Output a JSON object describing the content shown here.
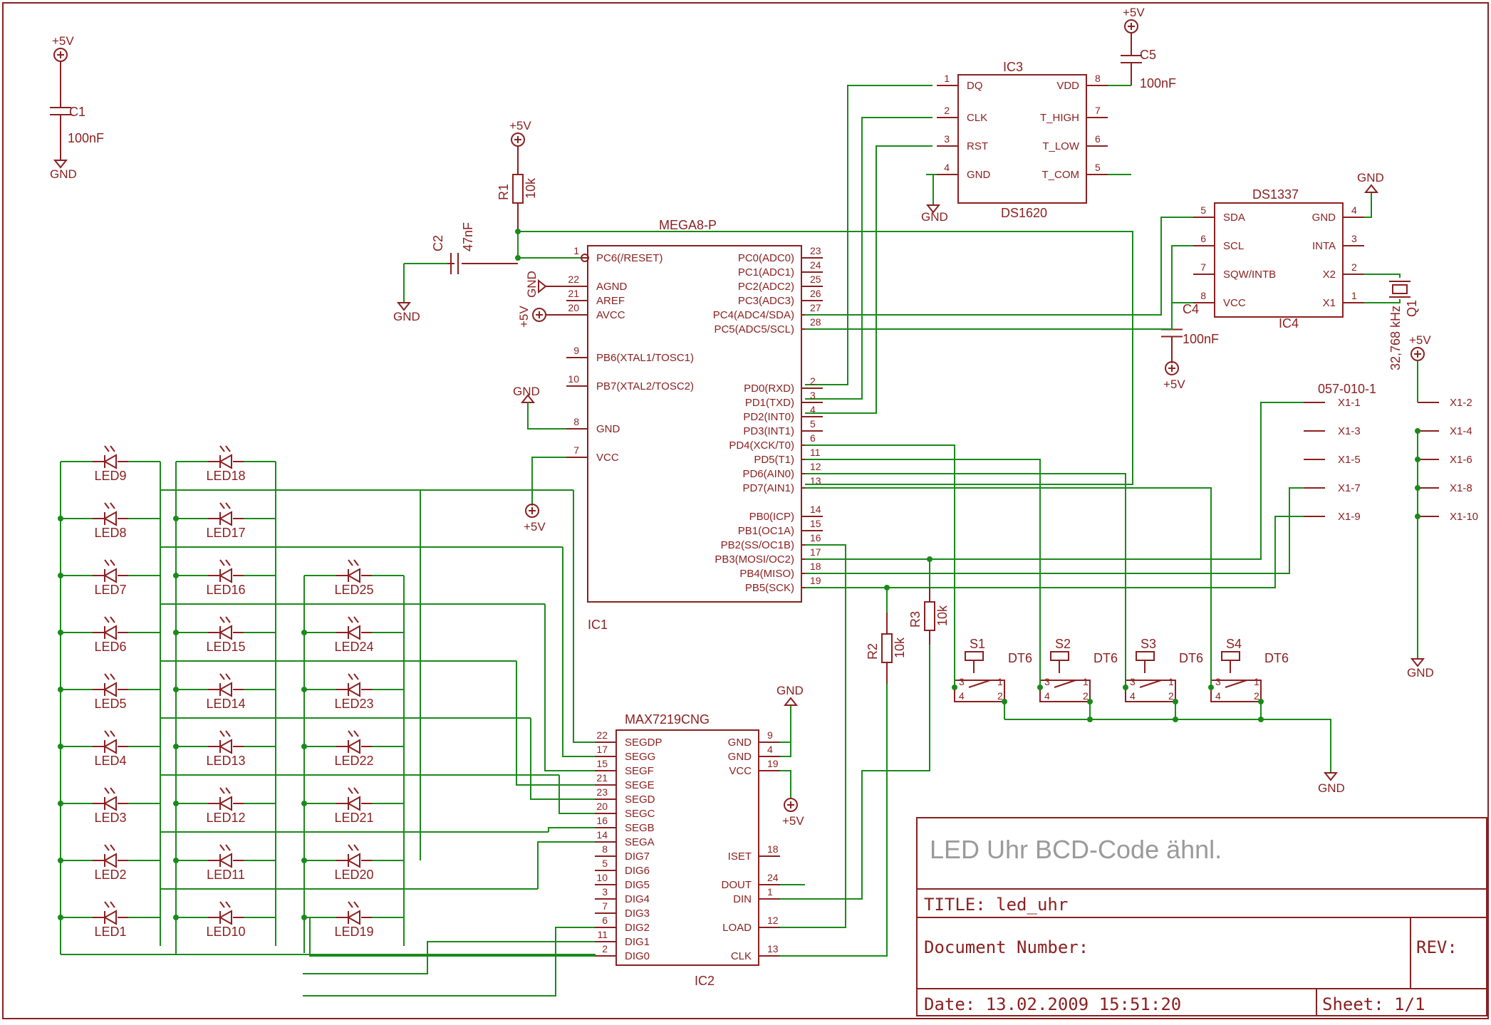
{
  "title_block": {
    "heading": "LED Uhr BCD-Code ähnl.",
    "title": "TITLE:  led_uhr",
    "document_number": "Document Number:",
    "rev": "REV:",
    "date": "Date: 13.02.2009 15:51:20",
    "sheet": "Sheet: 1/1"
  },
  "labels": {
    "vcc": "+5V",
    "gnd": "GND"
  },
  "capacitors": [
    {
      "ref": "C1",
      "value": "100nF"
    },
    {
      "ref": "C2",
      "value": "47nF"
    },
    {
      "ref": "C4",
      "value": "100nF"
    },
    {
      "ref": "C5",
      "value": "100nF"
    }
  ],
  "resistors": [
    {
      "ref": "R1",
      "value": "10k"
    },
    {
      "ref": "R2",
      "value": "10k"
    },
    {
      "ref": "R3",
      "value": "10k"
    }
  ],
  "crystal": {
    "ref": "Q1",
    "value": "32,768 kHz"
  },
  "ic1": {
    "name": "MEGA8-P",
    "ref": "IC1",
    "left_pins": [
      {
        "num": "1",
        "name": "PC6(/RESET)"
      },
      {
        "num": "22",
        "name": "AGND"
      },
      {
        "num": "21",
        "name": "AREF"
      },
      {
        "num": "20",
        "name": "AVCC"
      },
      {
        "num": "9",
        "name": "PB6(XTAL1/TOSC1)"
      },
      {
        "num": "10",
        "name": "PB7(XTAL2/TOSC2)"
      },
      {
        "num": "8",
        "name": "GND"
      },
      {
        "num": "7",
        "name": "VCC"
      }
    ],
    "right_pins": [
      {
        "num": "23",
        "name": "PC0(ADC0)"
      },
      {
        "num": "24",
        "name": "PC1(ADC1)"
      },
      {
        "num": "25",
        "name": "PC2(ADC2)"
      },
      {
        "num": "26",
        "name": "PC3(ADC3)"
      },
      {
        "num": "27",
        "name": "PC4(ADC4/SDA)"
      },
      {
        "num": "28",
        "name": "PC5(ADC5/SCL)"
      },
      {
        "num": "2",
        "name": "PD0(RXD)"
      },
      {
        "num": "3",
        "name": "PD1(TXD)"
      },
      {
        "num": "4",
        "name": "PD2(INT0)"
      },
      {
        "num": "5",
        "name": "PD3(INT1)"
      },
      {
        "num": "6",
        "name": "PD4(XCK/T0)"
      },
      {
        "num": "11",
        "name": "PD5(T1)"
      },
      {
        "num": "12",
        "name": "PD6(AIN0)"
      },
      {
        "num": "13",
        "name": "PD7(AIN1)"
      },
      {
        "num": "14",
        "name": "PB0(ICP)"
      },
      {
        "num": "15",
        "name": "PB1(OC1A)"
      },
      {
        "num": "16",
        "name": "PB2(SS/OC1B)"
      },
      {
        "num": "17",
        "name": "PB3(MOSI/OC2)"
      },
      {
        "num": "18",
        "name": "PB4(MISO)"
      },
      {
        "num": "19",
        "name": "PB5(SCK)"
      }
    ]
  },
  "ic2": {
    "name": "MAX7219CNG",
    "ref": "IC2",
    "left_pins": [
      {
        "num": "22",
        "name": "SEGDP"
      },
      {
        "num": "17",
        "name": "SEGG"
      },
      {
        "num": "15",
        "name": "SEGF"
      },
      {
        "num": "21",
        "name": "SEGE"
      },
      {
        "num": "23",
        "name": "SEGD"
      },
      {
        "num": "20",
        "name": "SEGC"
      },
      {
        "num": "16",
        "name": "SEGB"
      },
      {
        "num": "14",
        "name": "SEGA"
      },
      {
        "num": "8",
        "name": "DIG7"
      },
      {
        "num": "5",
        "name": "DIG6"
      },
      {
        "num": "10",
        "name": "DIG5"
      },
      {
        "num": "3",
        "name": "DIG4"
      },
      {
        "num": "7",
        "name": "DIG3"
      },
      {
        "num": "6",
        "name": "DIG2"
      },
      {
        "num": "11",
        "name": "DIG1"
      },
      {
        "num": "2",
        "name": "DIG0"
      }
    ],
    "right_pins": [
      {
        "num": "9",
        "name": "GND"
      },
      {
        "num": "4",
        "name": "GND"
      },
      {
        "num": "19",
        "name": "VCC"
      },
      {
        "num": "18",
        "name": "ISET"
      },
      {
        "num": "24",
        "name": "DOUT"
      },
      {
        "num": "1",
        "name": "DIN"
      },
      {
        "num": "12",
        "name": "LOAD"
      },
      {
        "num": "13",
        "name": "CLK"
      }
    ]
  },
  "ic3": {
    "name": "IC3",
    "ref": "DS1620",
    "left_pins": [
      {
        "num": "1",
        "name": "DQ"
      },
      {
        "num": "2",
        "name": "CLK"
      },
      {
        "num": "3",
        "name": "RST"
      },
      {
        "num": "4",
        "name": "GND"
      }
    ],
    "right_pins": [
      {
        "num": "8",
        "name": "VDD"
      },
      {
        "num": "7",
        "name": "T_HIGH"
      },
      {
        "num": "6",
        "name": "T_LOW"
      },
      {
        "num": "5",
        "name": "T_COM"
      }
    ]
  },
  "ic4": {
    "name": "DS1337",
    "ref": "IC4",
    "left_pins": [
      {
        "num": "5",
        "name": "SDA"
      },
      {
        "num": "6",
        "name": "SCL"
      },
      {
        "num": "7",
        "name": "SQW/INTB"
      },
      {
        "num": "8",
        "name": "VCC"
      }
    ],
    "right_pins": [
      {
        "num": "4",
        "name": "GND"
      },
      {
        "num": "3",
        "name": "INTA"
      },
      {
        "num": "2",
        "name": "X2"
      },
      {
        "num": "1",
        "name": "X1"
      }
    ]
  },
  "connector": {
    "name": "057-010-1",
    "left": [
      "X1-1",
      "X1-3",
      "X1-5",
      "X1-7",
      "X1-9"
    ],
    "right": [
      "X1-2",
      "X1-4",
      "X1-6",
      "X1-8",
      "X1-10"
    ]
  },
  "switches": [
    {
      "ref": "S1",
      "type": "DT6"
    },
    {
      "ref": "S2",
      "type": "DT6"
    },
    {
      "ref": "S3",
      "type": "DT6"
    },
    {
      "ref": "S4",
      "type": "DT6"
    }
  ],
  "switch_pins": [
    "3",
    "1",
    "4",
    "2"
  ],
  "led_columns": [
    [
      "LED9",
      "LED8",
      "LED7",
      "LED6",
      "LED5",
      "LED4",
      "LED3",
      "LED2",
      "LED1"
    ],
    [
      "LED18",
      "LED17",
      "LED16",
      "LED15",
      "LED14",
      "LED13",
      "LED12",
      "LED11",
      "LED10"
    ],
    [
      "LED25",
      "LED24",
      "LED23",
      "LED22",
      "LED21",
      "LED20",
      "LED19"
    ]
  ]
}
